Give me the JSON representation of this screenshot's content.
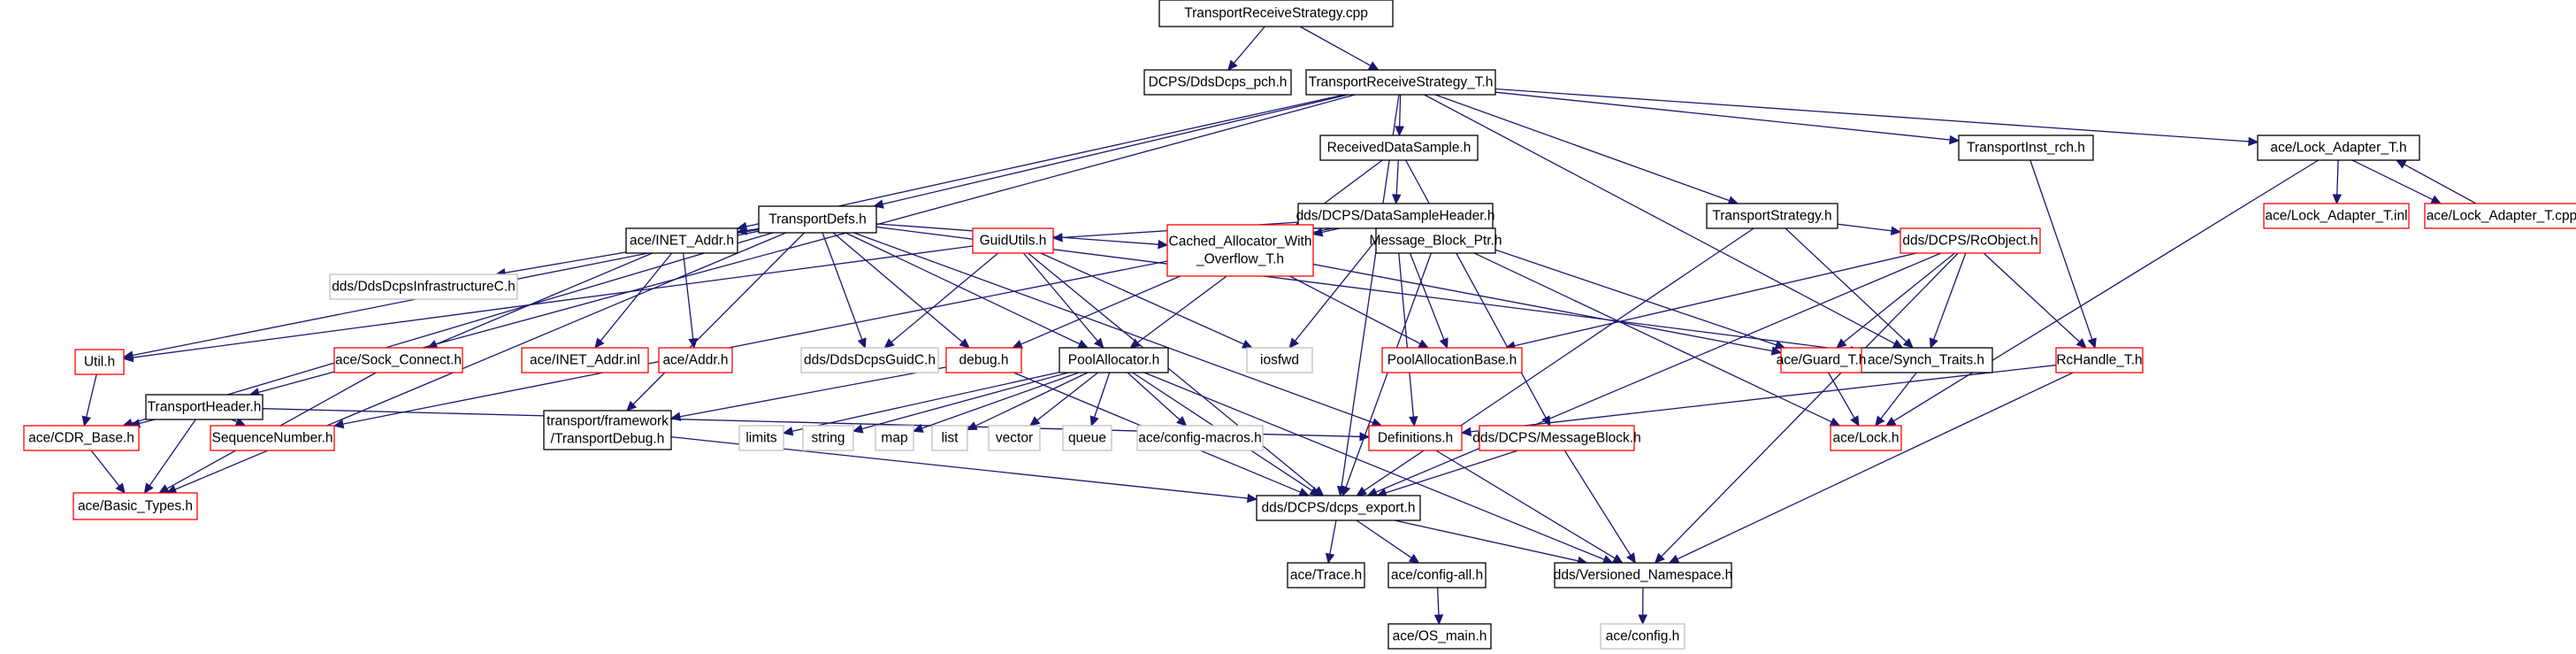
{
  "colors": {
    "root_fill": "#bfbfbf",
    "black": "#000000",
    "red": "#ff0000",
    "gray": "#bfbfbf",
    "edge": "#191970"
  },
  "nodes": [
    {
      "id": "root",
      "label": "TransportReceiveStrategy.cpp",
      "style": "root"
    },
    {
      "id": "ddsdcps_pch",
      "label": "DCPS/DdsDcps_pch.h",
      "style": "black"
    },
    {
      "id": "trs_t",
      "label": "TransportReceiveStrategy_T.h",
      "style": "black"
    },
    {
      "id": "transportheader",
      "label": "TransportHeader.h",
      "style": "black"
    },
    {
      "id": "dcps_export",
      "label": "dds/DCPS/dcps_export.h",
      "style": "black"
    },
    {
      "id": "inet_addr",
      "label": "ace/INET_Addr.h",
      "style": "black"
    },
    {
      "id": "transportdefs",
      "label": "TransportDefs.h",
      "style": "black"
    },
    {
      "id": "receiveddatasample",
      "label": "ReceivedDataSample.h",
      "style": "black"
    },
    {
      "id": "transportstrategy",
      "label": "TransportStrategy.h",
      "style": "black"
    },
    {
      "id": "synch_traits",
      "label": "ace/Synch_Traits.h",
      "style": "black"
    },
    {
      "id": "transportinst_rch",
      "label": "TransportInst_rch.h",
      "style": "black"
    },
    {
      "id": "lock_adapter_t",
      "label": "ace/Lock_Adapter_T.h",
      "style": "black"
    },
    {
      "id": "lock_adapter_inl",
      "label": "ace/Lock_Adapter_T.inl",
      "style": "red"
    },
    {
      "id": "lock_adapter_cpp",
      "label": "ace/Lock_Adapter_T.cpp",
      "style": "red"
    },
    {
      "id": "datasampleheader",
      "label": "dds/DCPS/DataSampleHeader.h",
      "style": "black"
    },
    {
      "id": "infrastructurec",
      "label": "dds/DdsDcpsInfrastructureC.h",
      "style": "gray"
    },
    {
      "id": "guidutils",
      "label": "GuidUtils.h",
      "style": "red"
    },
    {
      "id": "cached_alloc",
      "label": "Cached_Allocator_With",
      "label2": "_Overflow_T.h",
      "style": "red"
    },
    {
      "id": "message_block_ptr",
      "label": "Message_Block_Ptr.h",
      "style": "black"
    },
    {
      "id": "rcobject",
      "label": "dds/DCPS/RcObject.h",
      "style": "red"
    },
    {
      "id": "util",
      "label": "Util.h",
      "style": "red"
    },
    {
      "id": "sock_connect",
      "label": "ace/Sock_Connect.h",
      "style": "red"
    },
    {
      "id": "inet_addr_inl",
      "label": "ace/INET_Addr.inl",
      "style": "red"
    },
    {
      "id": "ace_addr",
      "label": "ace/Addr.h",
      "style": "red"
    },
    {
      "id": "guidc",
      "label": "dds/DdsDcpsGuidC.h",
      "style": "gray"
    },
    {
      "id": "debug",
      "label": "debug.h",
      "style": "red"
    },
    {
      "id": "poolallocator",
      "label": "PoolAllocator.h",
      "style": "black"
    },
    {
      "id": "iosfwd",
      "label": "iosfwd",
      "style": "gray"
    },
    {
      "id": "poolallocationbase",
      "label": "PoolAllocationBase.h",
      "style": "red"
    },
    {
      "id": "guard_t",
      "label": "ace/Guard_T.h",
      "style": "red"
    },
    {
      "id": "rchandle_t",
      "label": "RcHandle_T.h",
      "style": "red"
    },
    {
      "id": "cdr_base",
      "label": "ace/CDR_Base.h",
      "style": "red"
    },
    {
      "id": "sequencenumber",
      "label": "SequenceNumber.h",
      "style": "red"
    },
    {
      "id": "transportdebug",
      "label": "transport/framework",
      "label2": "/TransportDebug.h",
      "style": "black"
    },
    {
      "id": "limits",
      "label": "limits",
      "style": "gray"
    },
    {
      "id": "string",
      "label": "string",
      "style": "gray"
    },
    {
      "id": "map",
      "label": "map",
      "style": "gray"
    },
    {
      "id": "list",
      "label": "list",
      "style": "gray"
    },
    {
      "id": "vector",
      "label": "vector",
      "style": "gray"
    },
    {
      "id": "queue",
      "label": "queue",
      "style": "gray"
    },
    {
      "id": "config_macros",
      "label": "ace/config-macros.h",
      "style": "gray"
    },
    {
      "id": "definitions",
      "label": "Definitions.h",
      "style": "red"
    },
    {
      "id": "messageblock",
      "label": "dds/DCPS/MessageBlock.h",
      "style": "red"
    },
    {
      "id": "ace_lock",
      "label": "ace/Lock.h",
      "style": "red"
    },
    {
      "id": "basic_types",
      "label": "ace/Basic_Types.h",
      "style": "red"
    },
    {
      "id": "ace_trace",
      "label": "ace/Trace.h",
      "style": "black"
    },
    {
      "id": "config_all",
      "label": "ace/config-all.h",
      "style": "black"
    },
    {
      "id": "versioned_ns",
      "label": "dds/Versioned_Namespace.h",
      "style": "black"
    },
    {
      "id": "os_main",
      "label": "ace/OS_main.h",
      "style": "black"
    },
    {
      "id": "ace_config",
      "label": "ace/config.h",
      "style": "gray"
    }
  ],
  "edges": [
    [
      "root",
      "ddsdcps_pch"
    ],
    [
      "root",
      "trs_t"
    ],
    [
      "trs_t",
      "transportheader"
    ],
    [
      "trs_t",
      "dcps_export"
    ],
    [
      "trs_t",
      "inet_addr"
    ],
    [
      "trs_t",
      "transportdefs"
    ],
    [
      "trs_t",
      "receiveddatasample"
    ],
    [
      "trs_t",
      "transportstrategy"
    ],
    [
      "trs_t",
      "synch_traits"
    ],
    [
      "trs_t",
      "transportinst_rch"
    ],
    [
      "trs_t",
      "lock_adapter_t"
    ],
    [
      "lock_adapter_t",
      "lock_adapter_inl"
    ],
    [
      "lock_adapter_t",
      "lock_adapter_cpp"
    ],
    [
      "lock_adapter_cpp",
      "lock_adapter_t"
    ],
    [
      "lock_adapter_t",
      "ace_lock"
    ],
    [
      "transportinst_rch",
      "rchandle_t"
    ],
    [
      "receiveddatasample",
      "datasampleheader"
    ],
    [
      "receiveddatasample",
      "poolallocator"
    ],
    [
      "receiveddatasample",
      "messageblock"
    ],
    [
      "transportdefs",
      "infrastructurec"
    ],
    [
      "transportdefs",
      "inet_addr"
    ],
    [
      "transportdefs",
      "util"
    ],
    [
      "transportdefs",
      "cdr_base"
    ],
    [
      "transportdefs",
      "basic_types"
    ],
    [
      "transportdefs",
      "guidc"
    ],
    [
      "transportdefs",
      "debug"
    ],
    [
      "transportdefs",
      "poolallocator"
    ],
    [
      "transportdefs",
      "transportdebug"
    ],
    [
      "transportdefs",
      "definitions"
    ],
    [
      "transportdefs",
      "synch_traits"
    ],
    [
      "transportdefs",
      "cached_alloc"
    ],
    [
      "datasampleheader",
      "guidutils"
    ],
    [
      "datasampleheader",
      "cached_alloc"
    ],
    [
      "datasampleheader",
      "message_block_ptr"
    ],
    [
      "datasampleheader",
      "poolallocationbase"
    ],
    [
      "datasampleheader",
      "definitions"
    ],
    [
      "datasampleheader",
      "guard_t"
    ],
    [
      "datasampleheader",
      "ace_lock"
    ],
    [
      "datasampleheader",
      "sequencenumber"
    ],
    [
      "datasampleheader",
      "iosfwd"
    ],
    [
      "transportstrategy",
      "rcobject"
    ],
    [
      "transportstrategy",
      "synch_traits"
    ],
    [
      "transportstrategy",
      "dcps_export"
    ],
    [
      "rcobject",
      "poolallocationbase"
    ],
    [
      "rcobject",
      "guard_t"
    ],
    [
      "rcobject",
      "synch_traits"
    ],
    [
      "rcobject",
      "rchandle_t"
    ],
    [
      "rcobject",
      "dcps_export"
    ],
    [
      "rcobject",
      "versioned_ns"
    ],
    [
      "inet_addr",
      "sock_connect"
    ],
    [
      "inet_addr",
      "inet_addr_inl"
    ],
    [
      "inet_addr",
      "ace_addr"
    ],
    [
      "guidutils",
      "util"
    ],
    [
      "guidutils",
      "guidc"
    ],
    [
      "guidutils",
      "poolallocator"
    ],
    [
      "guidutils",
      "dcps_export"
    ],
    [
      "guidutils",
      "iosfwd"
    ],
    [
      "cached_alloc",
      "debug"
    ],
    [
      "cached_alloc",
      "poolallocationbase"
    ],
    [
      "cached_alloc",
      "guard_t"
    ],
    [
      "message_block_ptr",
      "dcps_export"
    ],
    [
      "util",
      "cdr_base"
    ],
    [
      "sock_connect",
      "basic_types"
    ],
    [
      "debug",
      "transportdebug"
    ],
    [
      "debug",
      "dcps_export"
    ],
    [
      "poolallocator",
      "limits"
    ],
    [
      "poolallocator",
      "string"
    ],
    [
      "poolallocator",
      "map"
    ],
    [
      "poolallocator",
      "list"
    ],
    [
      "poolallocator",
      "vector"
    ],
    [
      "poolallocator",
      "queue"
    ],
    [
      "poolallocator",
      "config_macros"
    ],
    [
      "poolallocator",
      "dcps_export"
    ],
    [
      "poolallocator",
      "versioned_ns"
    ],
    [
      "transportheader",
      "cdr_base"
    ],
    [
      "transportheader",
      "basic_types"
    ],
    [
      "transportheader",
      "sequencenumber"
    ],
    [
      "transportheader",
      "definitions"
    ],
    [
      "cdr_base",
      "basic_types"
    ],
    [
      "transportdebug",
      "dcps_export"
    ],
    [
      "guard_t",
      "ace_lock"
    ],
    [
      "synch_traits",
      "ace_lock"
    ],
    [
      "rchandle_t",
      "definitions"
    ],
    [
      "rchandle_t",
      "versioned_ns"
    ],
    [
      "definitions",
      "versioned_ns"
    ],
    [
      "messageblock",
      "dcps_export"
    ],
    [
      "messageblock",
      "versioned_ns"
    ],
    [
      "dcps_export",
      "ace_trace"
    ],
    [
      "dcps_export",
      "config_all"
    ],
    [
      "dcps_export",
      "versioned_ns"
    ],
    [
      "config_all",
      "os_main"
    ],
    [
      "versioned_ns",
      "ace_config"
    ]
  ]
}
